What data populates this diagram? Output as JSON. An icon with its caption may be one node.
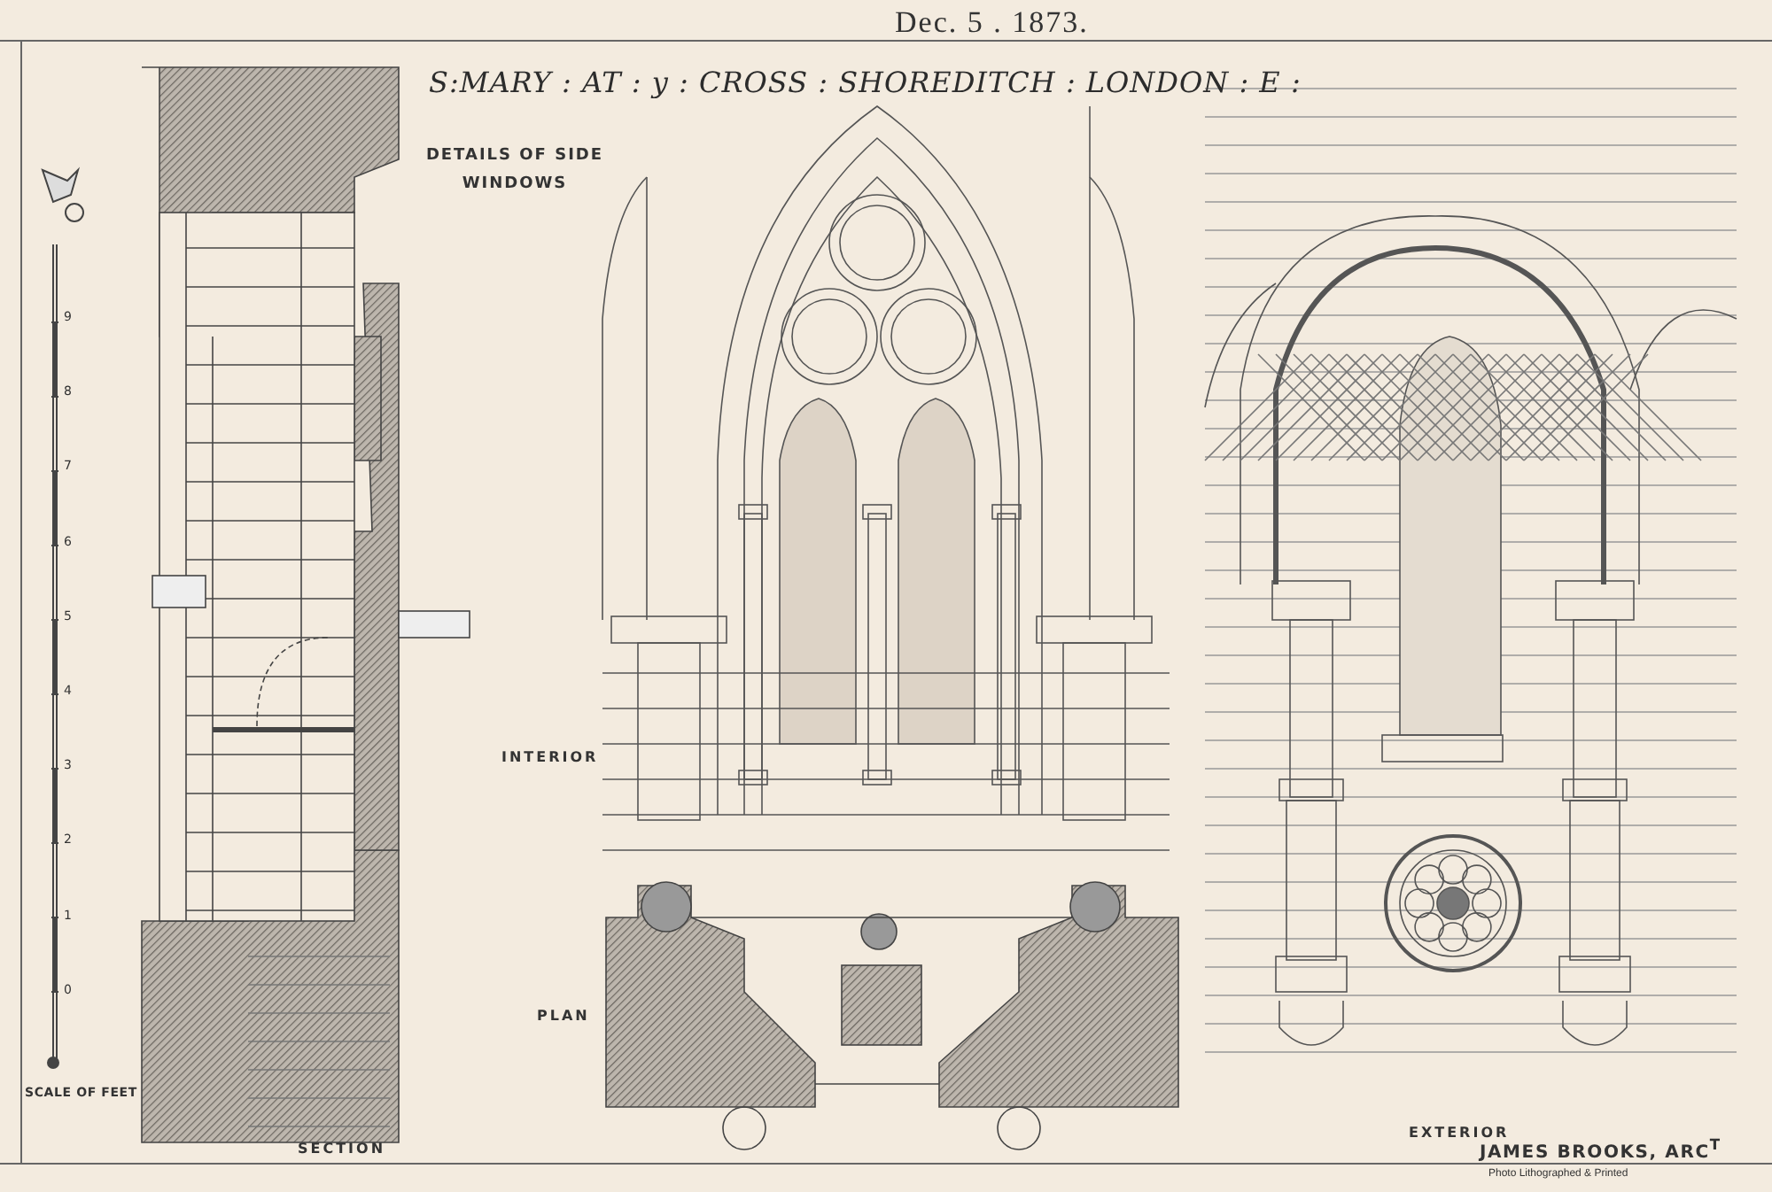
{
  "diagram": {
    "title": "S:MARY : AT : y : CROSS : SHOREDITCH : LONDON : E :",
    "labels": [
      "Dec. 5 . 1873.",
      "DETAILS OF SIDE WINDOWS",
      "9",
      "8",
      "7",
      "6",
      "5",
      "4",
      "3",
      "2",
      "1",
      "0",
      "SCALE OF FEET",
      "INTERIOR",
      "PLAN",
      "SECTION",
      "EXTERIOR",
      "JAMES BROOKS, ARC$^{T}$",
      "Photo Lithographed & Printed"
    ]
  }
}
